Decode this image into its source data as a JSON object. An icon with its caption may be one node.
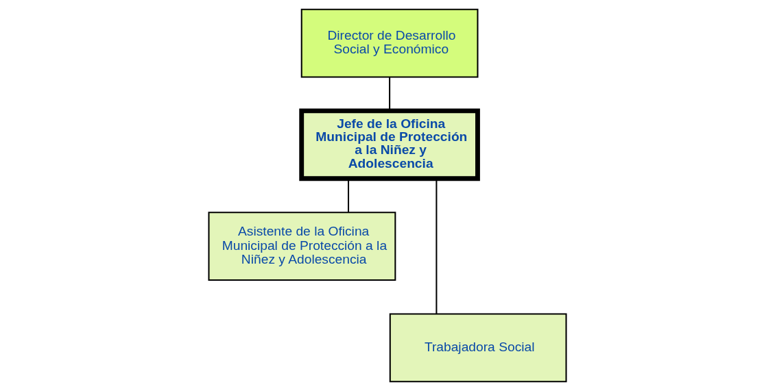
{
  "diagram": {
    "nodes": [
      {
        "text": [
          "Director de Desarrollo Social y Económico"
        ]
      },
      {
        "text": [
          "Jefe de la Oficina Municipal de Protección a la Niñez y Adolescencia"
        ]
      },
      {
        "text": [
          "Asistente de la Oficina Municipal de Protección a la Niñez y Adolescencia"
        ]
      },
      {
        "text": [
          "Trabajadora Social"
        ]
      }
    ],
    "edges": [
      {
        "from": 0,
        "to": 1,
        "arrow": "none"
      },
      {
        "from": 1,
        "to": 2,
        "arrow": "none"
      },
      {
        "from": 1,
        "to": 3,
        "arrow": "none"
      }
    ]
  }
}
